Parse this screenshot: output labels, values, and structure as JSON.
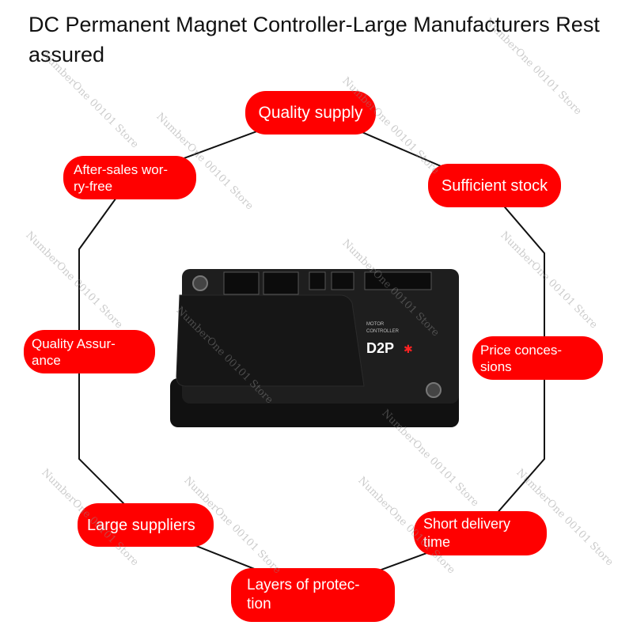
{
  "title": "DC Permanent Magnet Controller-Large Manufacturers Rest assured",
  "features": {
    "quality_supply": "Quality supply",
    "after_sales_1": "After-sales wor-",
    "after_sales_2": "ry-free",
    "sufficient_stock": "Sufficient stock",
    "quality_assurance_1": "Quality Assur-",
    "quality_assurance_2": "ance",
    "price_concessions_1": "Price conces-",
    "price_concessions_2": "sions",
    "large_suppliers": "Large suppliers",
    "short_delivery_1": "Short delivery",
    "short_delivery_2": "time",
    "layers_1": "Layers of protec-",
    "layers_2": "tion"
  },
  "product": {
    "brand": "D2P",
    "label_line_1": "MOTOR",
    "label_line_2": "CONTROLLER"
  },
  "watermark": "NumberOne 00101 Store",
  "colors": {
    "pill": "#ff0000",
    "pill_text": "#ffffff",
    "frame_line": "#111111",
    "title_text": "#111111"
  }
}
